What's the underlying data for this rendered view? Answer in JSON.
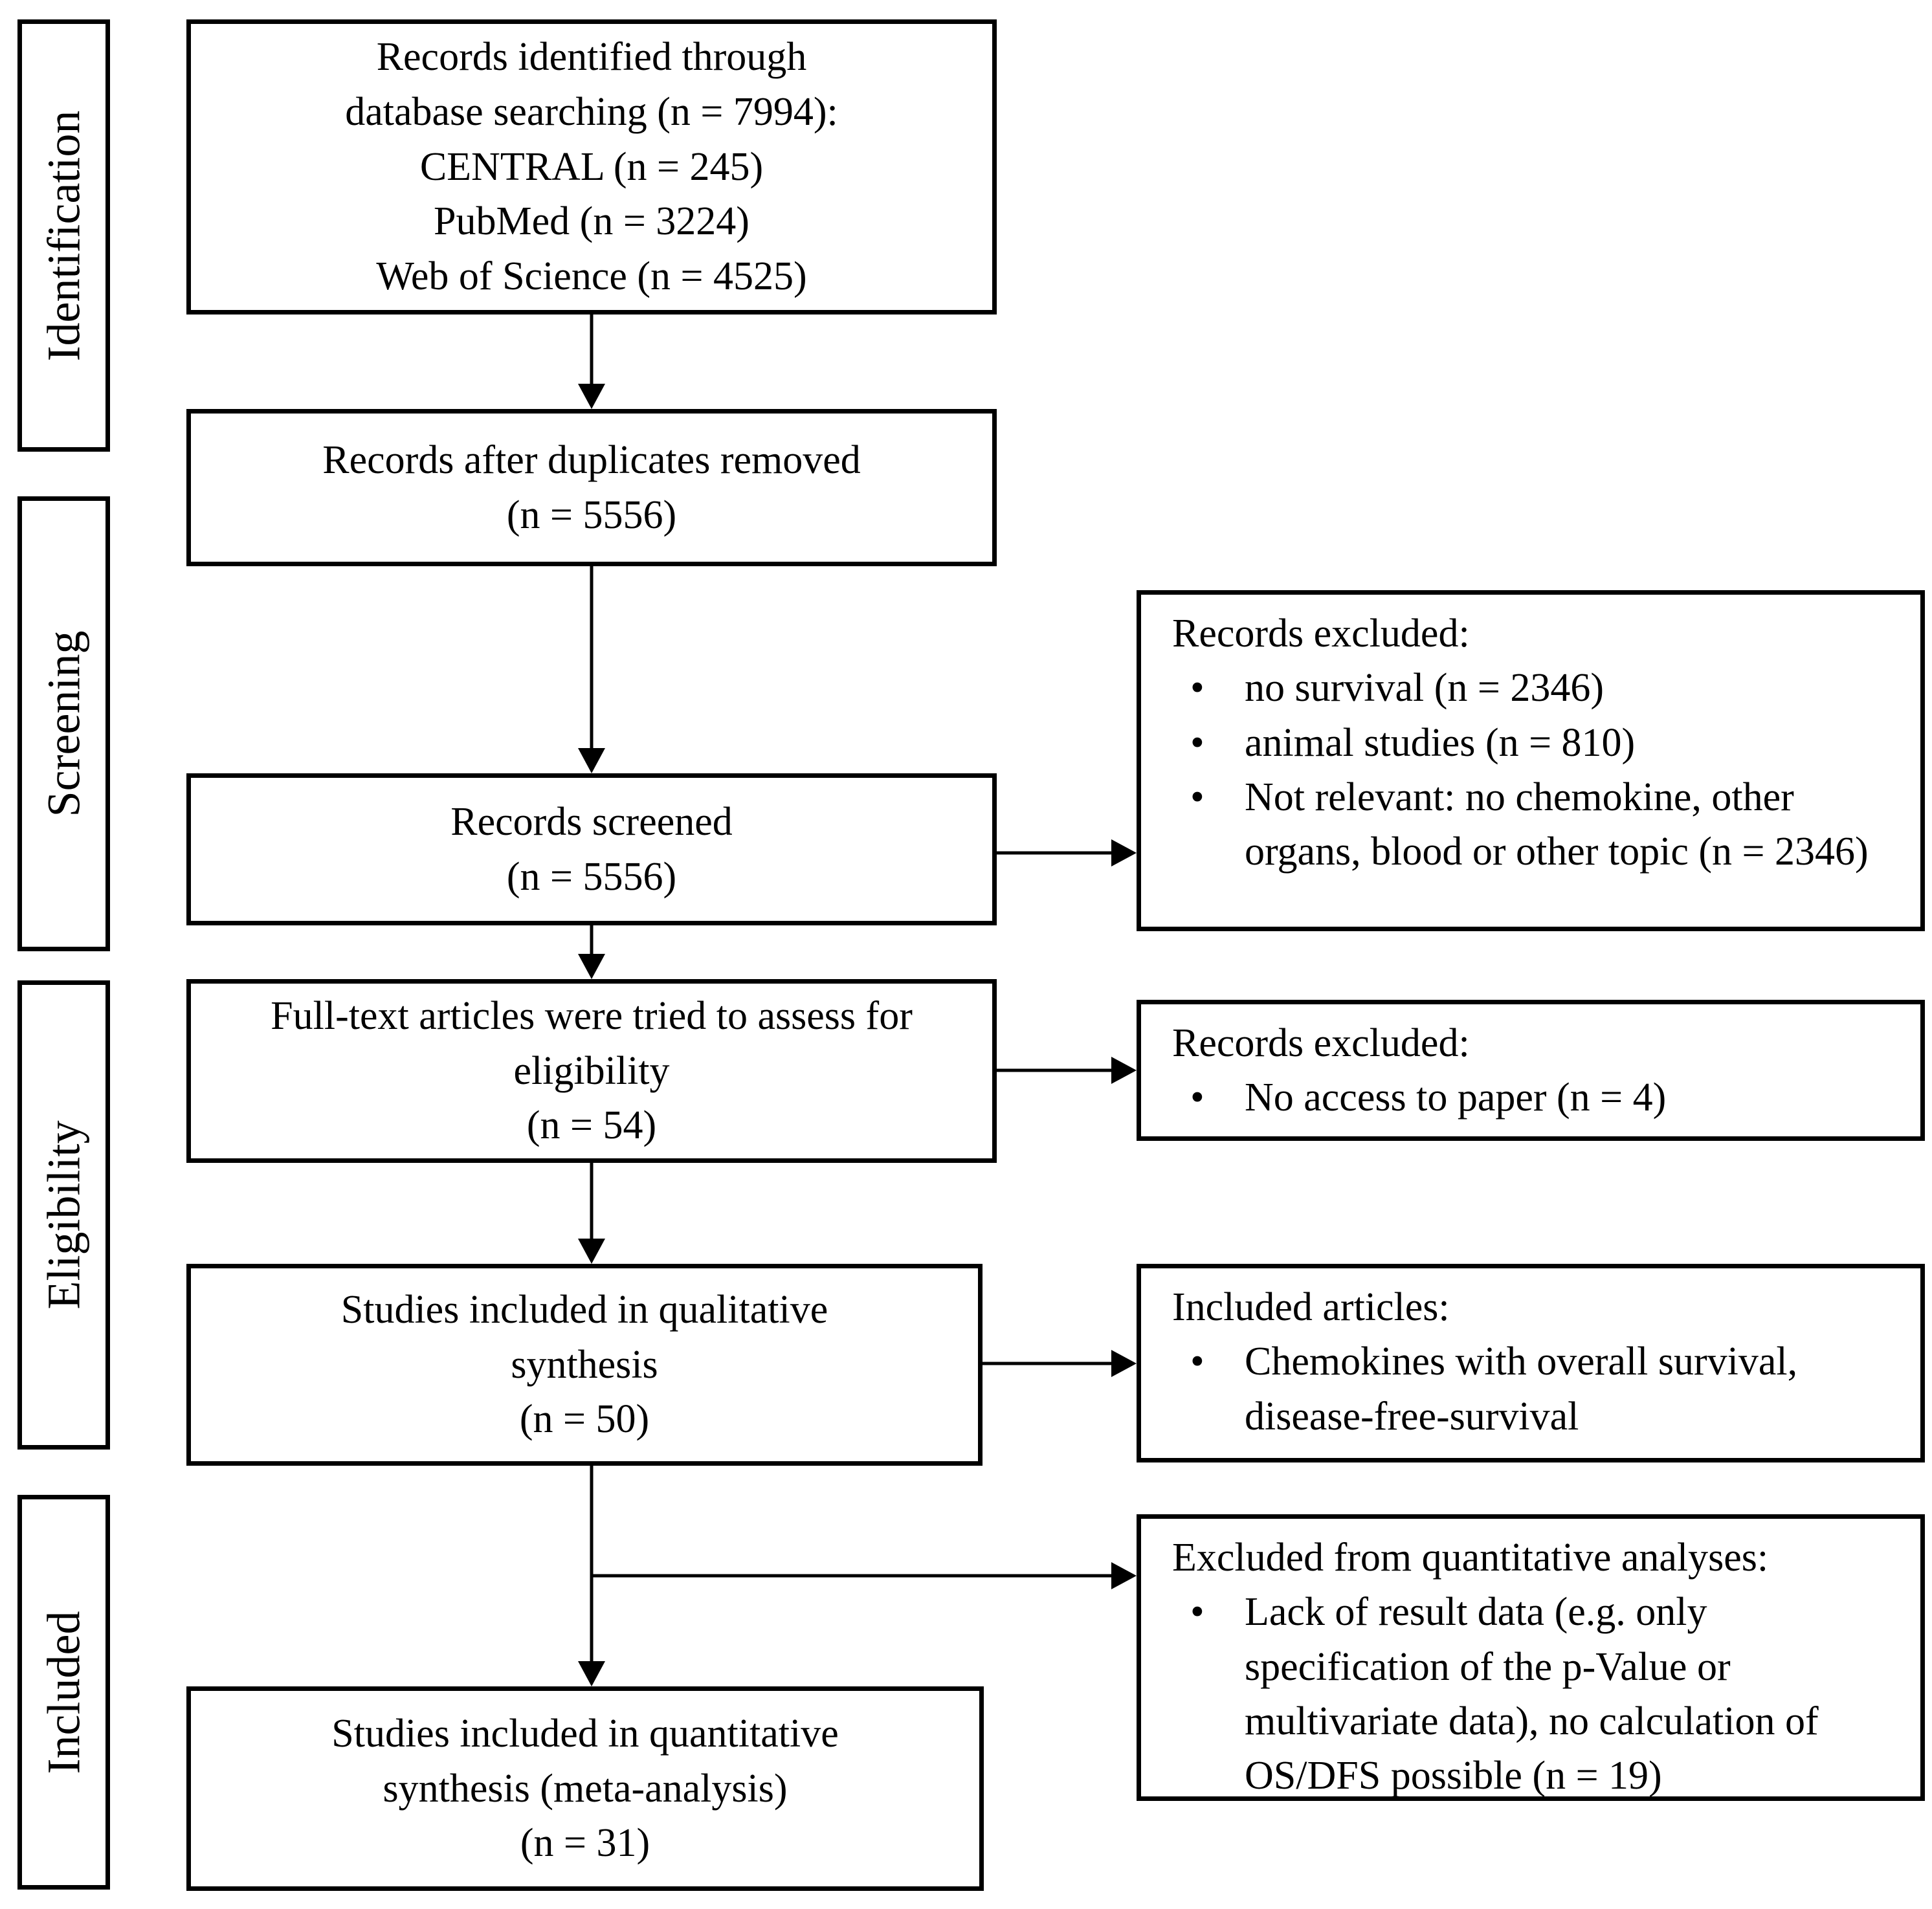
{
  "figure": {
    "type": "prisma-flow-diagram",
    "colors": {
      "line": "#000000",
      "text": "#000000",
      "background": "#ffffff"
    },
    "stages": [
      {
        "label": "Identification"
      },
      {
        "label": "Screening"
      },
      {
        "label": "Eligibility"
      },
      {
        "label": "Included"
      }
    ],
    "flow_boxes": [
      {
        "name": "records-identified",
        "text": "Records identified through\ndatabase searching (n = 7994):\nCENTRAL (n = 245)\nPubMed (n = 3224)\nWeb of Science (n = 4525)"
      },
      {
        "name": "records-after-duplicates",
        "text": "Records after duplicates removed\n(n = 5556)"
      },
      {
        "name": "records-screened",
        "text": "Records screened\n(n = 5556)"
      },
      {
        "name": "fulltext-assessed",
        "text": "Full-text articles were tried to assess for\neligibility\n(n = 54)"
      },
      {
        "name": "qualitative-synthesis",
        "text": "Studies included in qualitative\nsynthesis\n(n = 50)"
      },
      {
        "name": "quantitative-synthesis",
        "text": "Studies included in quantitative\nsynthesis (meta-analysis)\n(n = 31)"
      }
    ],
    "side_boxes": [
      {
        "name": "records-excluded-screening",
        "title": "Records excluded:",
        "bullets": [
          "no survival (n = 2346)",
          "animal studies (n = 810)",
          "Not relevant: no chemokine, other organs, blood or other topic (n = 2346)"
        ]
      },
      {
        "name": "records-excluded-eligibility",
        "title": "Records excluded:",
        "bullets": [
          "No access to paper (n = 4)"
        ]
      },
      {
        "name": "included-articles",
        "title": "Included articles:",
        "bullets": [
          "Chemokines with overall survival, disease-free-survival"
        ]
      },
      {
        "name": "excluded-quantitative",
        "title": "Excluded from quantitative analyses:",
        "bullets": [
          "Lack of result data (e.g. only specification of the p-Value or multivariate data), no calculation of OS/DFS possible (n = 19)"
        ]
      }
    ]
  }
}
